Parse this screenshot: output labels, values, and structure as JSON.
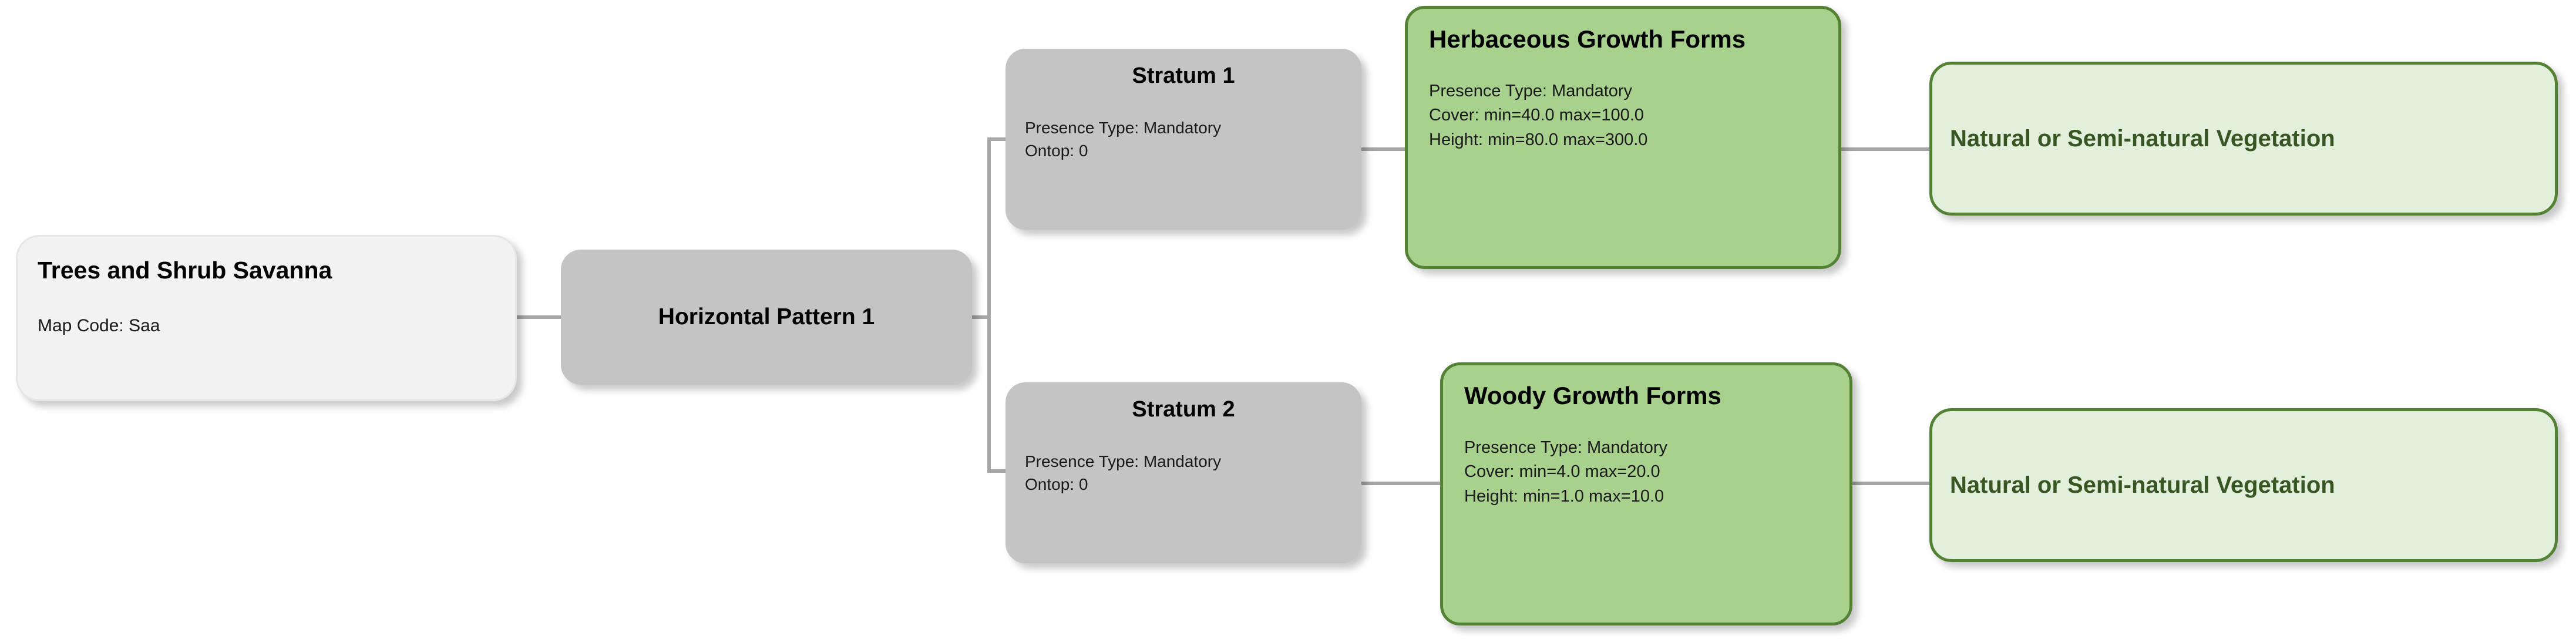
{
  "diagram": {
    "type": "hierarchical-tree",
    "orientation": "left-to-right",
    "colors": {
      "map_unit_fill": "#f2f2f2",
      "pattern_fill": "#c4c4c4",
      "stratum_fill": "#c4c4c4",
      "growth_form_fill": "#a9d18e",
      "growth_form_border": "#548235",
      "vegetation_fill": "#e2efda",
      "vegetation_border": "#548235",
      "vegetation_text": "#375623",
      "connector": "#a6a6a6"
    }
  },
  "map_unit": {
    "title": "Trees and Shrub Savanna",
    "map_code_label": "Map Code: Saa"
  },
  "horizontal_pattern": {
    "title": "Horizontal Pattern 1"
  },
  "strata": [
    {
      "title": "Stratum 1",
      "presence_type": "Presence Type: Mandatory",
      "ontop": "Ontop: 0"
    },
    {
      "title": "Stratum 2",
      "presence_type": "Presence Type: Mandatory",
      "ontop": "Ontop: 0"
    }
  ],
  "growth_forms": [
    {
      "title": "Herbaceous Growth Forms",
      "presence_type": "Presence Type: Mandatory",
      "cover": "Cover: min=40.0 max=100.0",
      "height": "Height: min=80.0 max=300.0"
    },
    {
      "title": "Woody Growth Forms",
      "presence_type": "Presence Type: Mandatory",
      "cover": "Cover: min=4.0 max=20.0",
      "height": "Height: min=1.0 max=10.0"
    }
  ],
  "vegetation": [
    {
      "title": "Natural or Semi-natural Vegetation"
    },
    {
      "title": "Natural or Semi-natural Vegetation"
    }
  ]
}
